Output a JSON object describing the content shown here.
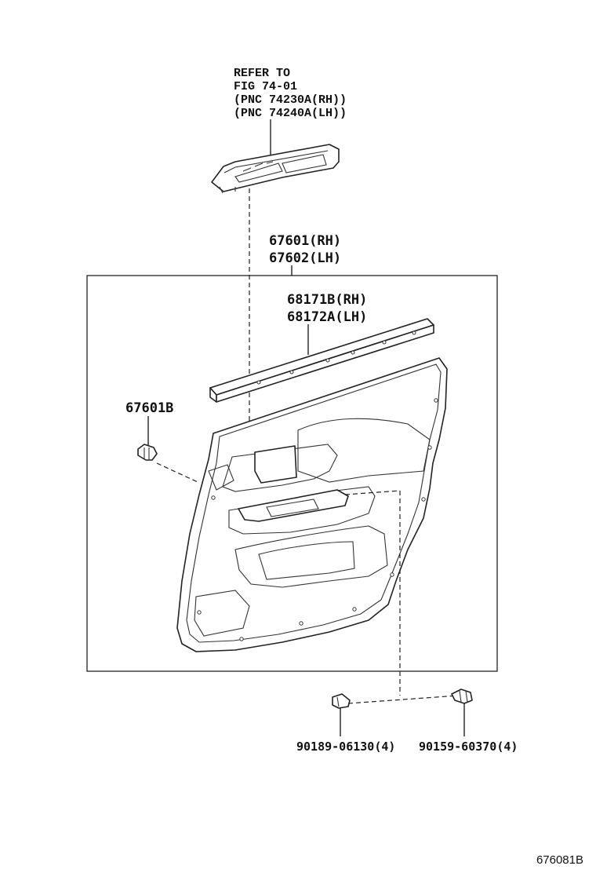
{
  "reference": {
    "line1": "REFER TO",
    "line2": "FIG 74-01",
    "line3": "(PNC 74230A(RH))",
    "line4": "(PNC 74240A(LH))"
  },
  "labels": {
    "panel_rh": "67601(RH)",
    "panel_lh": "67602(LH)",
    "weatherstrip_rh": "68171B(RH)",
    "weatherstrip_lh": "68172A(LH)",
    "clip": "67601B",
    "screw_a": "90189-06130(4)",
    "screw_b": "90159-60370(4)"
  },
  "figure_id": "676081B"
}
